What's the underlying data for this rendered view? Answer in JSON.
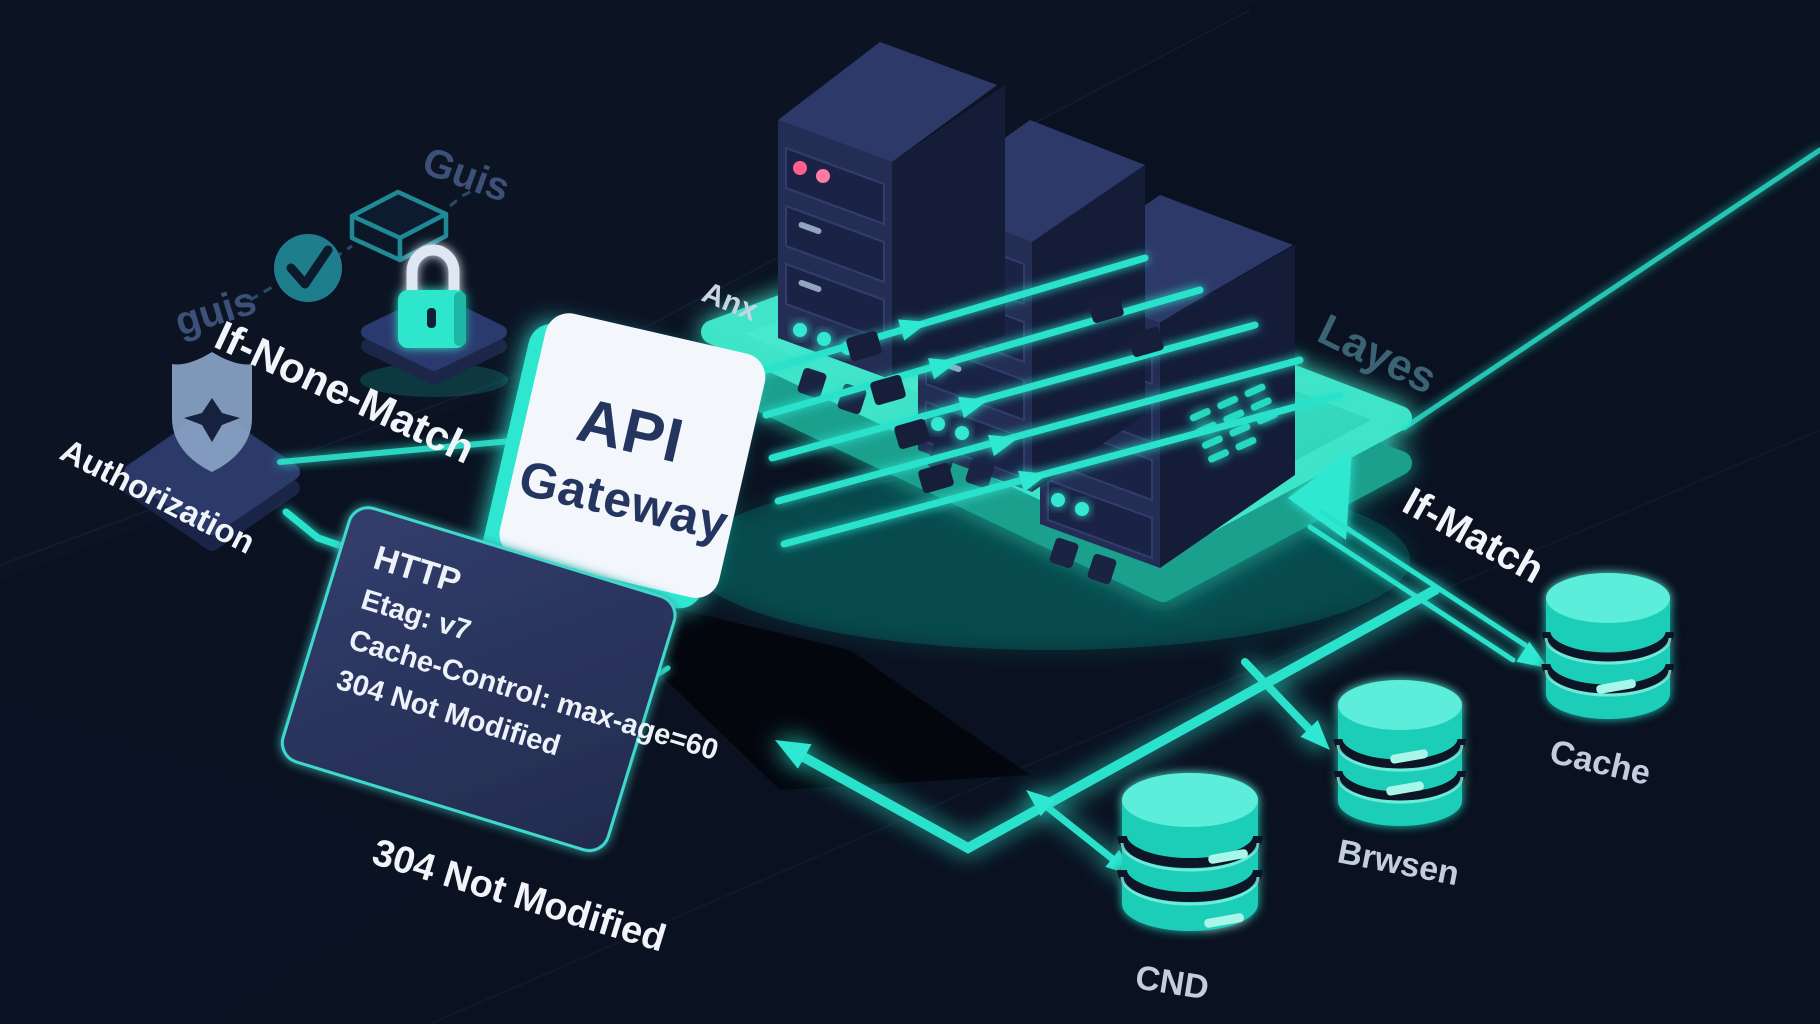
{
  "title": "API Gateway caching architecture illustration",
  "colors": {
    "background": "#0a1120",
    "floor_facet": "#0e1728",
    "accent": "#2ee8d2",
    "accent_deep": "#1da08e",
    "platform_top": "#3fe4c8",
    "platform_side": "#1da08e",
    "server_front": "#242e55",
    "server_side": "#141c38",
    "server_top": "#2d3a69",
    "bay": "#1a2346",
    "card_bg": "#f3f6fb",
    "card_text": "#24365f",
    "panel_bg": "#2b355e",
    "panel_border": "#3fd8cc",
    "text_light": "#edf2f9",
    "label_muted": "#c2cdde",
    "label_dim": "#3d5178",
    "dot_pink": "#ff5d8e",
    "dot_orange": "#ffaa35",
    "dot_teal": "#36e8d2",
    "lock_teal": "#2de6cc",
    "shield_gray": "#8aa3c6"
  },
  "labels": {
    "guis_top": "Guis",
    "guis_left": "guis",
    "if_none_match": "If-None-Match",
    "authorization": "Authorization",
    "api_line1": "API",
    "api_line2": "Gateway",
    "app_partial": "Anx",
    "layers_partial": "Layes",
    "if_match": "If-Match",
    "cache": "Cache",
    "cdn": "CND",
    "browser": "Brwsen",
    "response_status": "304 Not Modified"
  },
  "http_panel": {
    "line1": "HTTP",
    "line2": "Etag: v7",
    "line3": "Cache-Control: max-age=60",
    "line4": "304 Not Modified"
  }
}
